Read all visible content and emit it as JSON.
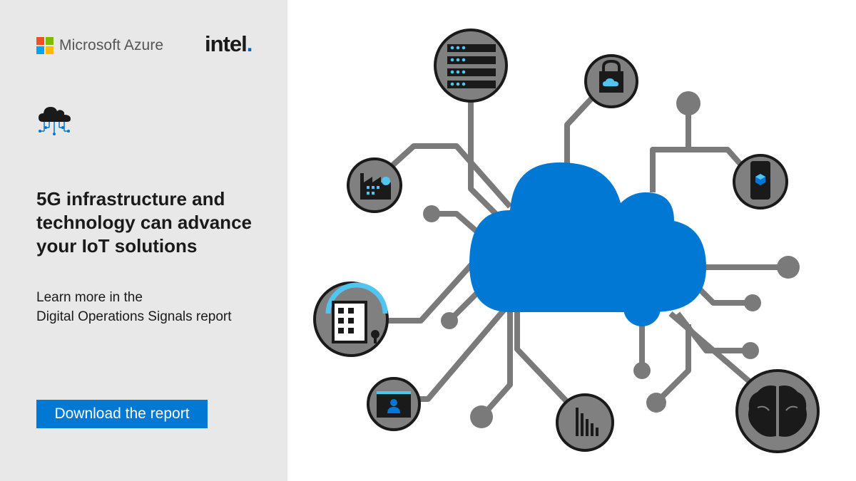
{
  "brand": {
    "microsoft_name": "Microsoft Azure",
    "intel_name": "intel",
    "intel_dot": ".",
    "ms_colors": [
      "#f25022",
      "#7fba00",
      "#00a4ef",
      "#ffb900"
    ]
  },
  "icons": {
    "top_left": "cloud-network-icon",
    "nodes": [
      "server-rack-icon",
      "locked-cloud-icon",
      "smart-factory-icon",
      "mobile-device-icon",
      "smart-building-icon",
      "remote-user-icon",
      "bar-chart-icon",
      "brain-icon"
    ]
  },
  "content": {
    "headline": "5G infrastructure and technology can advance your IoT solutions",
    "subline_1": "Learn more in the",
    "subline_2": "Digital Operations Signals report"
  },
  "cta": {
    "label": "Download the report"
  },
  "colors": {
    "panel_bg": "#e8e8e8",
    "accent_blue": "#0078d4",
    "light_blue": "#50c5f0",
    "node_gray": "#808080",
    "line_gray": "#7a7a7a"
  }
}
